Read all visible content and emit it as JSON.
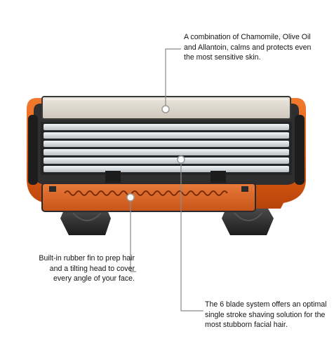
{
  "callouts": {
    "lubricating_strip": "A combination of Chamomile, Olive Oil\nand Allantoin, calms and protects even\nthe most sensitive skin.",
    "rubber_fin": "Built-in rubber fin to prep hair\nand a tilting head to cover\nevery angle of your face.",
    "blade_system": "The 6 blade system offers an optimal\nsingle stroke shaving solution for the\nmost stubborn facial hair."
  },
  "colors": {
    "accent_orange": "#e8641c",
    "frame_dark": "#2b2b2b",
    "blade_silver": "#d9dde0",
    "strip_beige": "#ddd6cc",
    "leader_line": "#8a8a8a"
  }
}
